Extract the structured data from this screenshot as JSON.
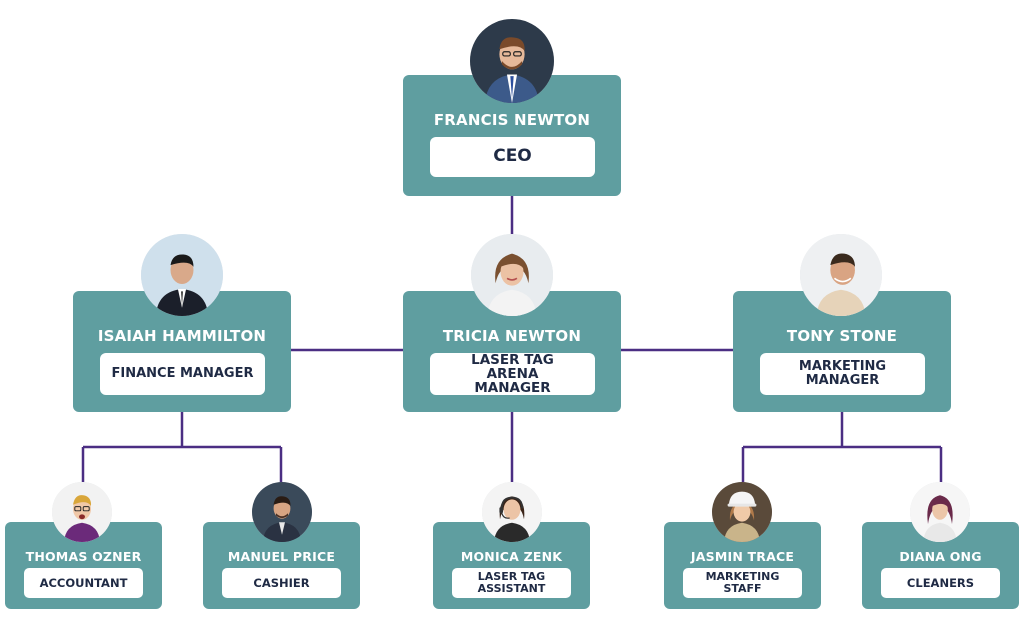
{
  "colors": {
    "node_fill": "#5f9ea0",
    "label_fill": "#ffffff",
    "name_text": "#ffffff",
    "role_text": "#1f2a44",
    "connector": "#4b2e83"
  },
  "org": {
    "ceo": {
      "name": "FRANCIS NEWTON",
      "role": "CEO",
      "avatar": "person-photo"
    },
    "managers": [
      {
        "name": "ISAIAH HAMMILTON",
        "role": "FINANCE MANAGER",
        "avatar": "person-photo"
      },
      {
        "name": "TRICIA NEWTON",
        "role": "LASER TAG ARENA MANAGER",
        "avatar": "person-photo"
      },
      {
        "name": "TONY STONE",
        "role": "MARKETING MANAGER",
        "avatar": "person-photo"
      }
    ],
    "staff": [
      {
        "name": "THOMAS OZNER",
        "role": "ACCOUNTANT",
        "avatar": "person-photo"
      },
      {
        "name": "MANUEL PRICE",
        "role": "CASHIER",
        "avatar": "person-photo"
      },
      {
        "name": "MONICA ZENK",
        "role": "LASER TAG ASSISTANT",
        "avatar": "person-photo"
      },
      {
        "name": "JASMIN TRACE",
        "role": "MARKETING STAFF",
        "avatar": "person-photo"
      },
      {
        "name": "DIANA ONG",
        "role": "CLEANERS",
        "avatar": "person-photo"
      }
    ]
  }
}
